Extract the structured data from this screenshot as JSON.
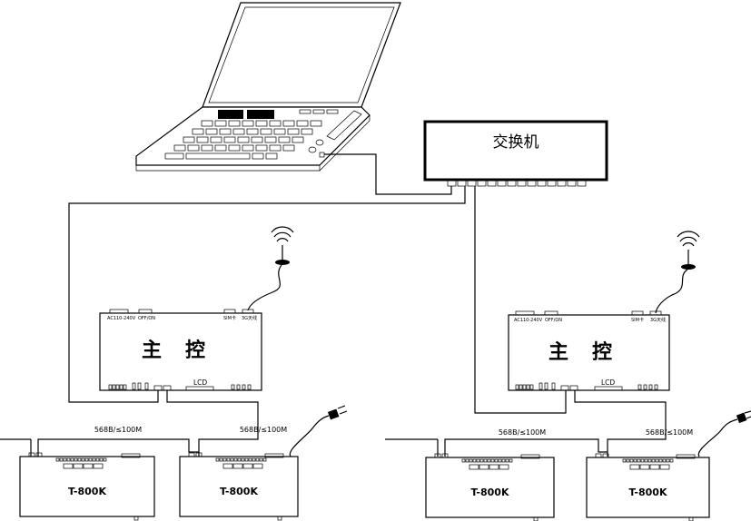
{
  "switch": {
    "label": "交换机"
  },
  "controllers": [
    {
      "title": "主　控",
      "port_ac": "AC110-240V",
      "port_onoff": "OFF/ON",
      "port_sim": "SIM卡",
      "port_antenna": "3G天线",
      "port_lcd": "LCD"
    },
    {
      "title": "主　控",
      "port_ac": "AC110-240V",
      "port_onoff": "OFF/ON",
      "port_sim": "SIM卡",
      "port_antenna": "3G天线",
      "port_lcd": "LCD"
    }
  ],
  "devices": [
    {
      "label": "T-800K"
    },
    {
      "label": "T-800K"
    },
    {
      "label": "T-800K"
    },
    {
      "label": "T-800K"
    }
  ],
  "cables": [
    {
      "label": "568B/≤100M"
    },
    {
      "label": "568B/≤100M"
    },
    {
      "label": "568B/≤100M"
    },
    {
      "label": "568B/≤100M"
    }
  ]
}
